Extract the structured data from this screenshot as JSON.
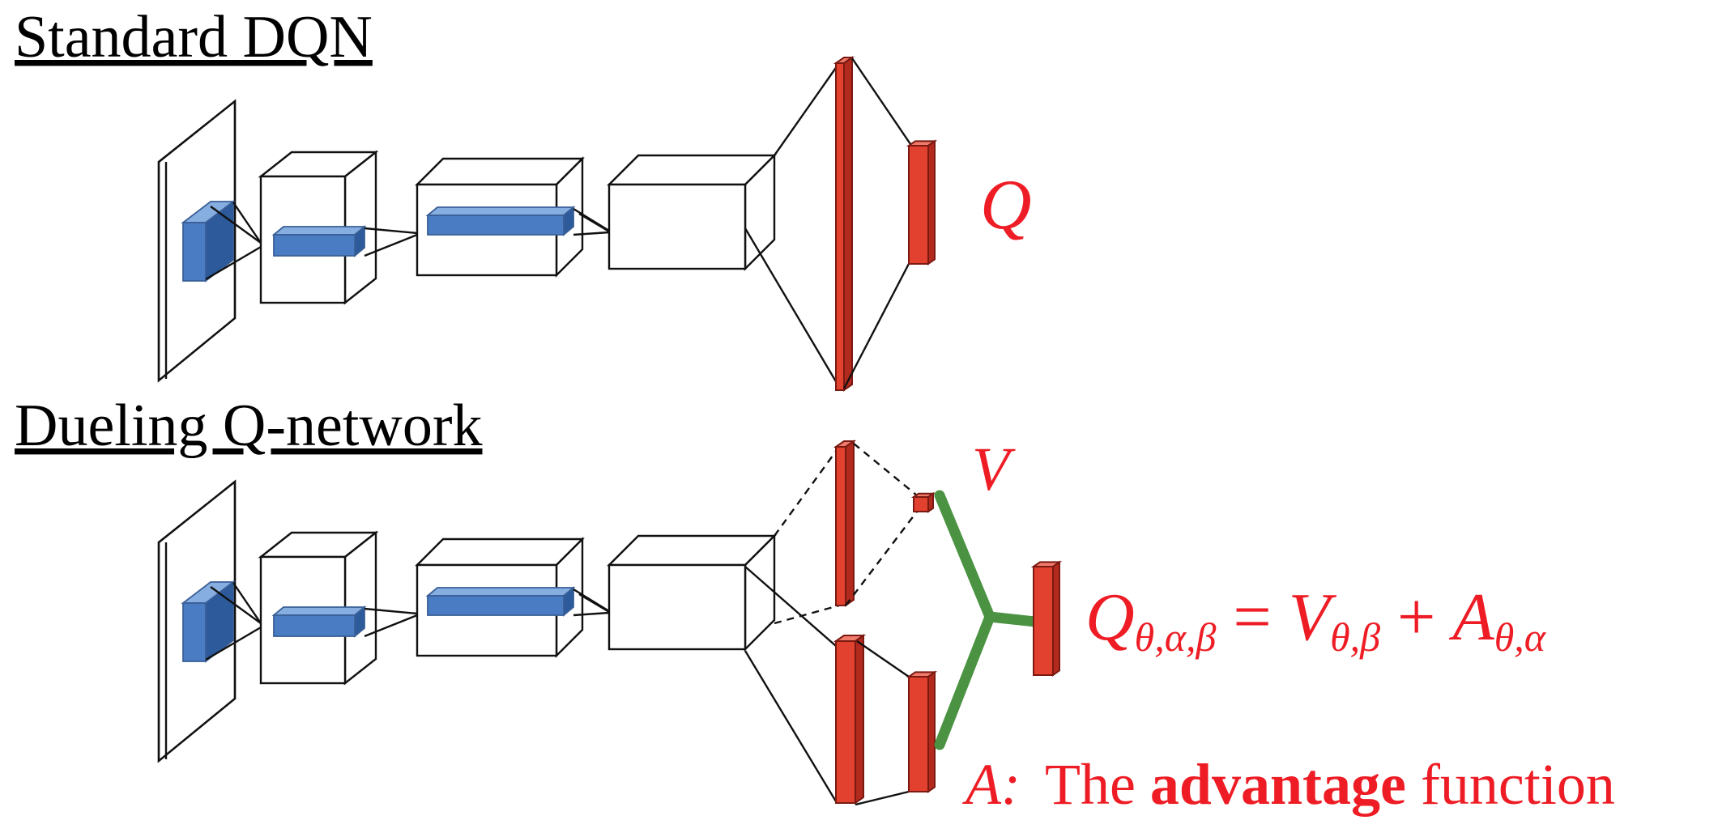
{
  "headings": {
    "standard": "Standard DQN",
    "dueling": "Dueling Q-network"
  },
  "labels": {
    "q": "Q",
    "v": "V",
    "a": "A:"
  },
  "equation": {
    "lhs": "Q",
    "lhs_sub": "θ,α,β",
    "equals": " = ",
    "v": "V",
    "v_sub": "θ,β",
    "plus": " + ",
    "a": "A",
    "a_sub": "θ,α"
  },
  "advantage": {
    "prefix": "The ",
    "bold_word": "advantage",
    "suffix": " function"
  },
  "colors": {
    "label_red": "#ee1c24",
    "layer_red": "#e2412f",
    "conv_blue": "#4a7cc4",
    "merge_green": "#4b9342"
  }
}
